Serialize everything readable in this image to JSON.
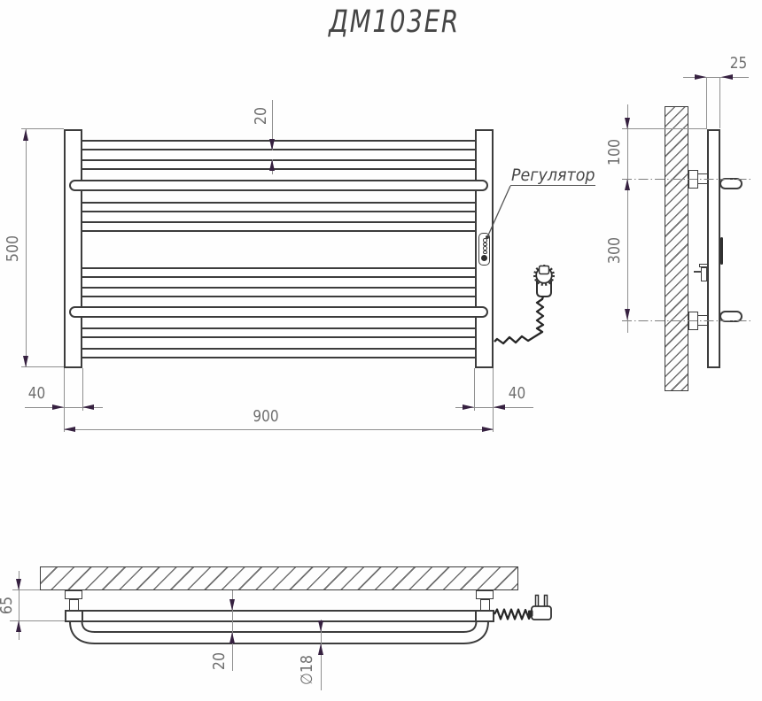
{
  "title": "ДМ103ЕR",
  "front": {
    "regulator_label": "Регулятор",
    "dim_height": "500",
    "dim_tube_gap": "20",
    "dim_bar_width_left": "40",
    "dim_width": "900",
    "dim_bar_width_right": "40"
  },
  "side": {
    "dim_depth": "25",
    "dim_top_offset": "100",
    "dim_bracket_span": "300"
  },
  "bottom": {
    "dim_wall_clearance": "65",
    "dim_shelf_gap": "20",
    "dim_tube_diameter": "∅18"
  },
  "colors": {
    "line": "#3c3c3c",
    "dimension": "#8f8f8f",
    "arrow": "#362140",
    "text": "#6f6f6f"
  }
}
